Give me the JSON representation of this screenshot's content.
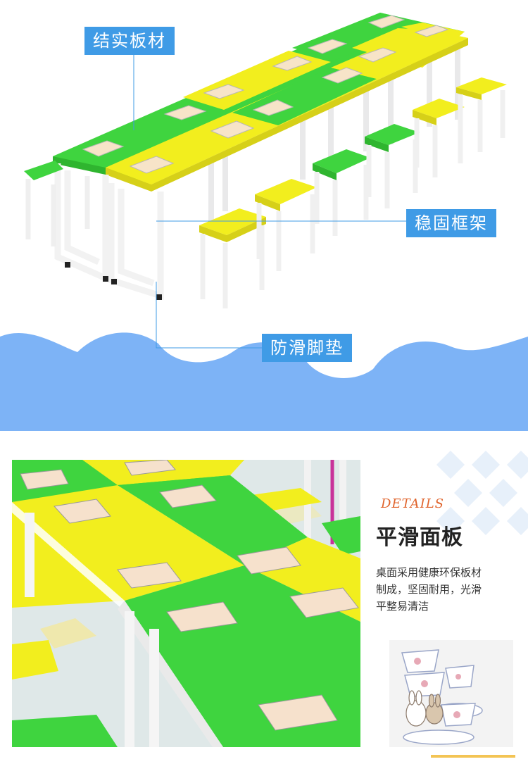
{
  "hero": {
    "callouts": {
      "material": "结实板材",
      "frame": "稳固框架",
      "feet": "防滑脚垫"
    }
  },
  "detail": {
    "eyebrow": "DETAILS",
    "title": "平滑面板",
    "description_lines": [
      "桌面采用健康环保板材",
      "制成，坚固耐用，光滑",
      "平整易清洁"
    ]
  },
  "colors": {
    "accent_blue": "#3f9be6",
    "sky_blue": "#7db3f6",
    "table_green": "#3fd43f",
    "table_yellow": "#f2ee1e",
    "details_orange": "#e0632b"
  }
}
